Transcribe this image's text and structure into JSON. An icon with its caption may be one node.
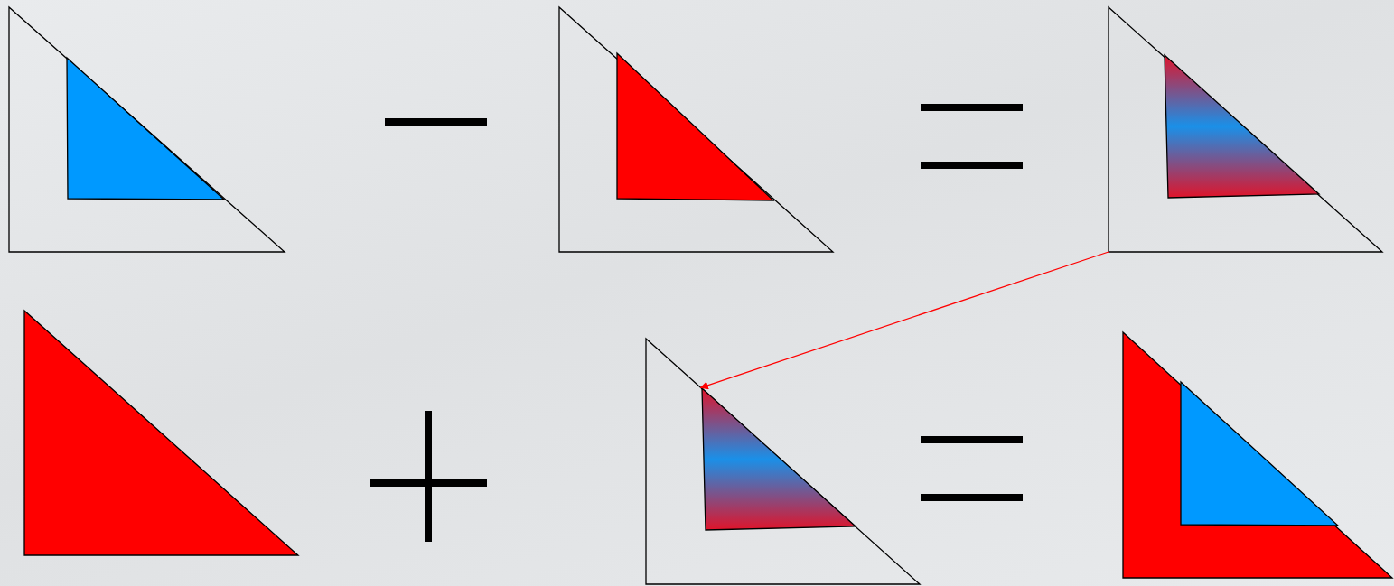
{
  "diagram": {
    "nodes": [
      {
        "text": [],
        "shape": "triangle"
      },
      {
        "text": [],
        "shape": "triangle",
        "in": 0
      },
      {
        "text": [],
        "shape": "triangle"
      },
      {
        "text": [],
        "shape": "triangle",
        "in": 2
      },
      {
        "text": [],
        "shape": "triangle"
      },
      {
        "text": [],
        "shape": "triangle",
        "in": 4
      },
      {
        "text": [],
        "shape": "triangle"
      },
      {
        "text": [],
        "shape": "triangle"
      },
      {
        "text": [],
        "shape": "triangle",
        "in": 7
      },
      {
        "text": [],
        "shape": "triangle"
      },
      {
        "text": [],
        "shape": "triangle",
        "in": 9
      }
    ],
    "edges": [
      {
        "from": 4,
        "to": 7,
        "arrow": "to",
        "color": "#ff0000"
      }
    ]
  }
}
